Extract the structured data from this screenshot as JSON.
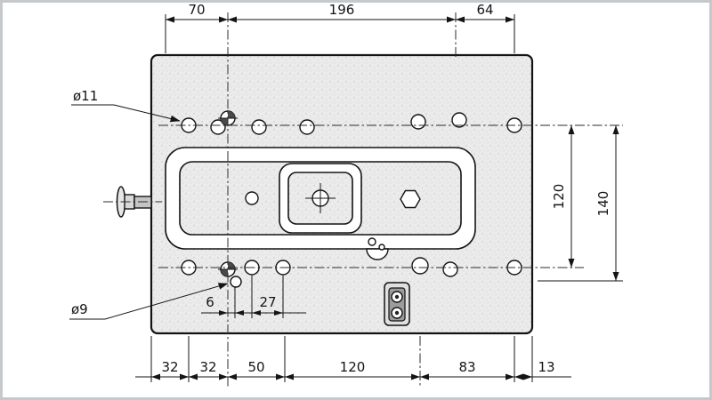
{
  "drawing": {
    "leader_labels": {
      "dia11": "ø11",
      "dia9": "ø9"
    },
    "dims_top": [
      "70",
      "196",
      "64"
    ],
    "dims_right": [
      "120",
      "140"
    ],
    "dims_bottom": [
      "32",
      "32",
      "50",
      "120",
      "83",
      "13"
    ],
    "dims_inner": [
      "6",
      "27"
    ]
  }
}
